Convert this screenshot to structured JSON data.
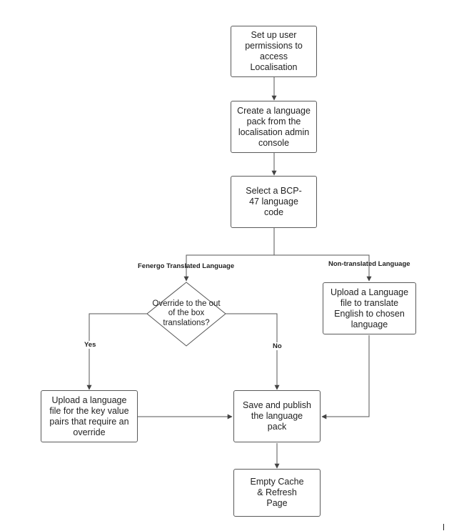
{
  "nodes": {
    "setup": "Set up user permissions to access Localisation",
    "create_pack": "Create a language pack from the localisation admin console",
    "select_code": "Select a BCP-47 language code",
    "override_decision": "Override to the out of the box translations?",
    "upload_override": "Upload a language file for the key value pairs that require an override",
    "upload_translate": "Upload a Language file to translate English to chosen language",
    "save_publish": "Save and publish the language pack",
    "empty_cache": "Empty Cache & Refresh Page"
  },
  "edge_labels": {
    "fenergo": "Fenergo Translated Language",
    "non_translated": "Non-translated Language",
    "yes": "Yes",
    "no": "No"
  },
  "colors": {
    "stroke": "#5a5a5a",
    "text": "#222222",
    "background": "#ffffff"
  }
}
